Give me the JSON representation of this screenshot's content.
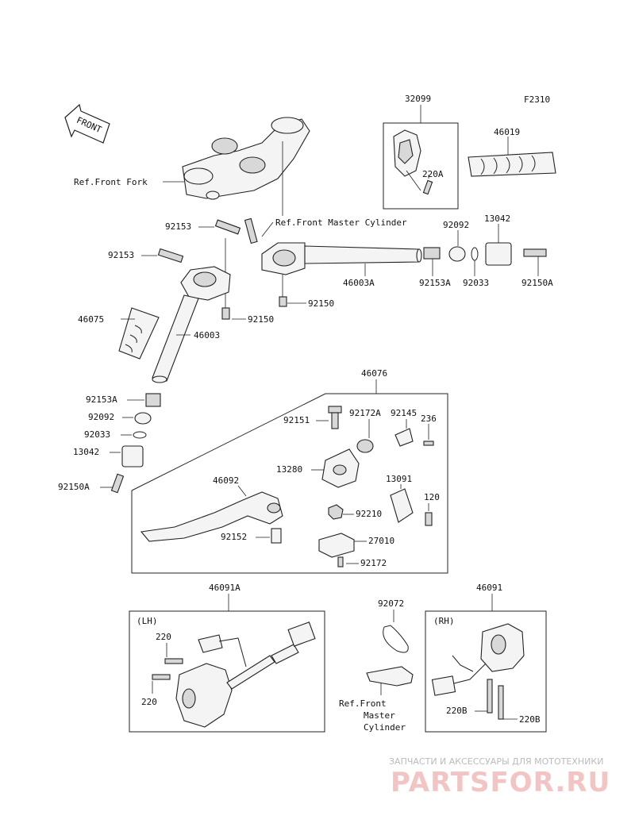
{
  "figure_code": "F2310",
  "front_arrow_label": "FRONT",
  "labels": {
    "p32099": "32099",
    "p46019": "46019",
    "p220A": "220A",
    "ref_front_fork": "Ref.Front Fork",
    "ref_front_master_cyl": "Ref.Front Master Cylinder",
    "p92153_a": "92153",
    "p92153_b": "92153",
    "p92092_top": "92092",
    "p13042_top": "13042",
    "p46003A": "46003A",
    "p92153A_top": "92153A",
    "p92033_top": "92033",
    "p92150A_top": "92150A",
    "p92150_a": "92150",
    "p92150_b": "92150",
    "p46075": "46075",
    "p46003": "46003",
    "p46076": "46076",
    "p92153A_left": "92153A",
    "p92092_left": "92092",
    "p92033_left": "92033",
    "p13042_left": "13042",
    "p92150A_left": "92150A",
    "p92151": "92151",
    "p92172A": "92172A",
    "p92145": "92145",
    "p236": "236",
    "p13280": "13280",
    "p46092": "46092",
    "p13091": "13091",
    "p120": "120",
    "p92210": "92210",
    "p92152": "92152",
    "p27010": "27010",
    "p92172": "92172",
    "p46091A": "46091A",
    "p92072": "92072",
    "p46091": "46091",
    "lh": "(LH)",
    "rh": "(RH)",
    "p220_a": "220",
    "p220_b": "220",
    "ref_master_l1": "Ref.Front",
    "ref_master_l2": "Master",
    "ref_master_l3": "Cylinder",
    "p220B_a": "220B",
    "p220B_b": "220B"
  },
  "watermark": {
    "small": "ЗАПЧАСТИ И АКСЕССУАРЫ ДЛЯ МОТОТЕХНИКИ",
    "big": "PARTSFOR.RU"
  }
}
